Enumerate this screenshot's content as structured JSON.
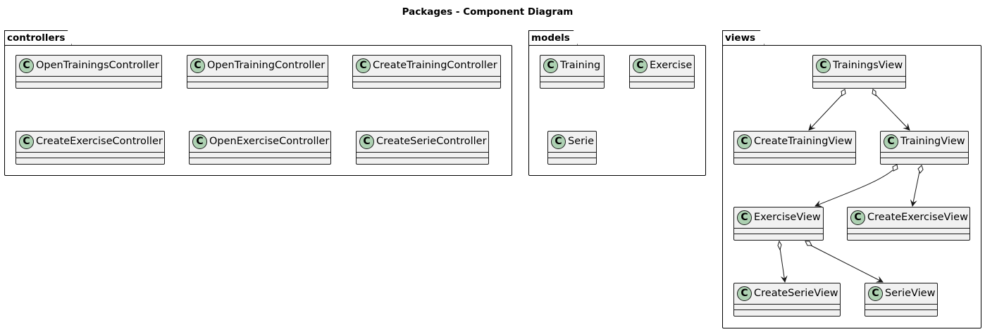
{
  "diagram": {
    "title": "Packages - Component Diagram",
    "class_badge": "C",
    "packages": {
      "controllers": {
        "label": "controllers",
        "classes": [
          "OpenTrainingsController",
          "OpenTrainingController",
          "CreateTrainingController",
          "CreateExerciseController",
          "OpenExerciseController",
          "CreateSerieController"
        ]
      },
      "models": {
        "label": "models",
        "classes": [
          "Training",
          "Exercise",
          "Serie"
        ]
      },
      "views": {
        "label": "views",
        "classes": [
          "TrainingsView",
          "CreateTrainingView",
          "TrainingView",
          "ExerciseView",
          "CreateExerciseView",
          "CreateSerieView",
          "SerieView"
        ]
      }
    },
    "relations": [
      {
        "from": "TrainingsView",
        "to": "CreateTrainingView",
        "type": "aggregation"
      },
      {
        "from": "TrainingsView",
        "to": "TrainingView",
        "type": "aggregation"
      },
      {
        "from": "TrainingView",
        "to": "ExerciseView",
        "type": "aggregation"
      },
      {
        "from": "TrainingView",
        "to": "CreateExerciseView",
        "type": "aggregation"
      },
      {
        "from": "ExerciseView",
        "to": "CreateSerieView",
        "type": "aggregation"
      },
      {
        "from": "ExerciseView",
        "to": "SerieView",
        "type": "aggregation"
      }
    ]
  }
}
